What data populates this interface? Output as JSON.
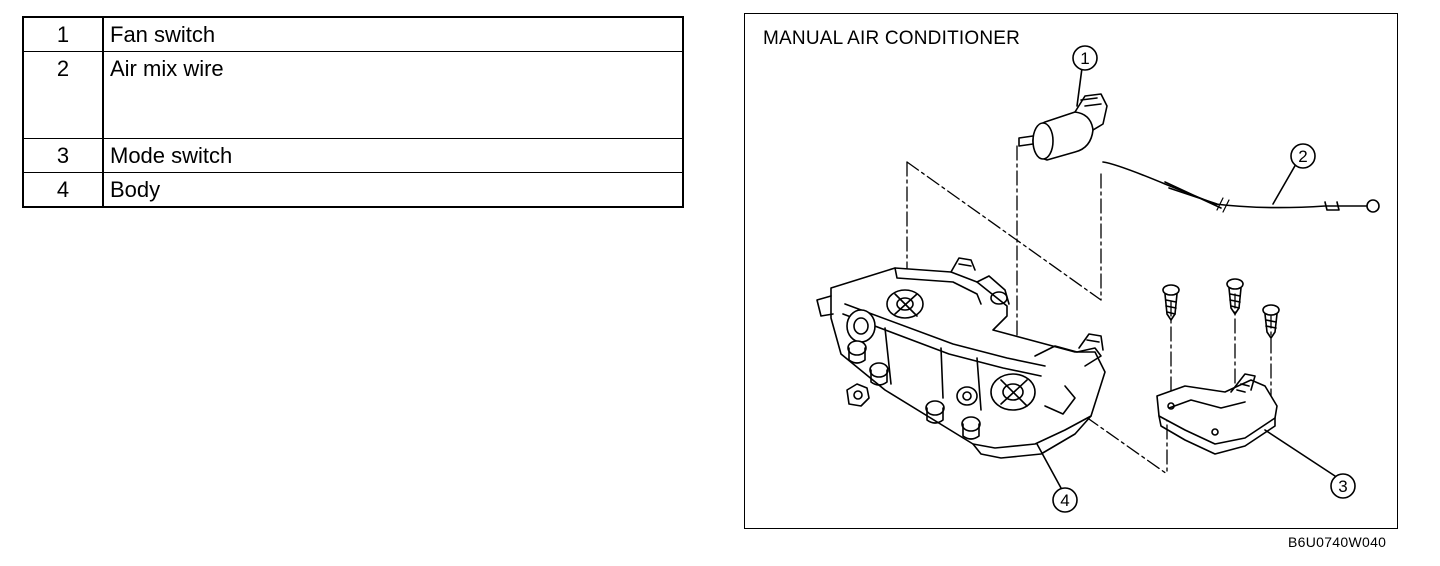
{
  "parts": [
    {
      "num": "1",
      "name": "Fan switch"
    },
    {
      "num": "2",
      "name": "Air mix wire"
    },
    {
      "num": "3",
      "name": "Mode switch"
    },
    {
      "num": "4",
      "name": "Body"
    }
  ],
  "figure": {
    "title": "MANUAL AIR CONDITIONER",
    "callouts": [
      "1",
      "2",
      "3",
      "4"
    ],
    "code": "B6U0740W040"
  }
}
